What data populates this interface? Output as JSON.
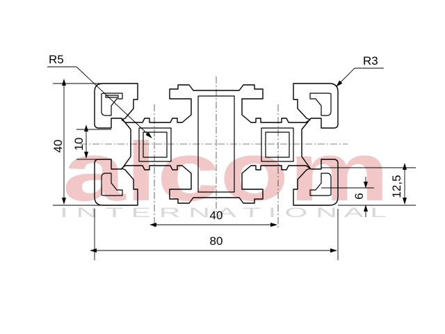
{
  "watermark": {
    "brand": "alcom",
    "subtitle": "I N T E R N A T I O N A L"
  },
  "dimensions": {
    "radius_large": "R5",
    "radius_small": "R3",
    "height": "40",
    "slot_width": "10",
    "center_spacing": "40",
    "total_width": "80",
    "offset_large": "12,5",
    "offset_small": "6"
  },
  "colors": {
    "line": "#000000",
    "watermark_brand": "#f2c7c7",
    "watermark_sub": "#d8d8d8"
  }
}
